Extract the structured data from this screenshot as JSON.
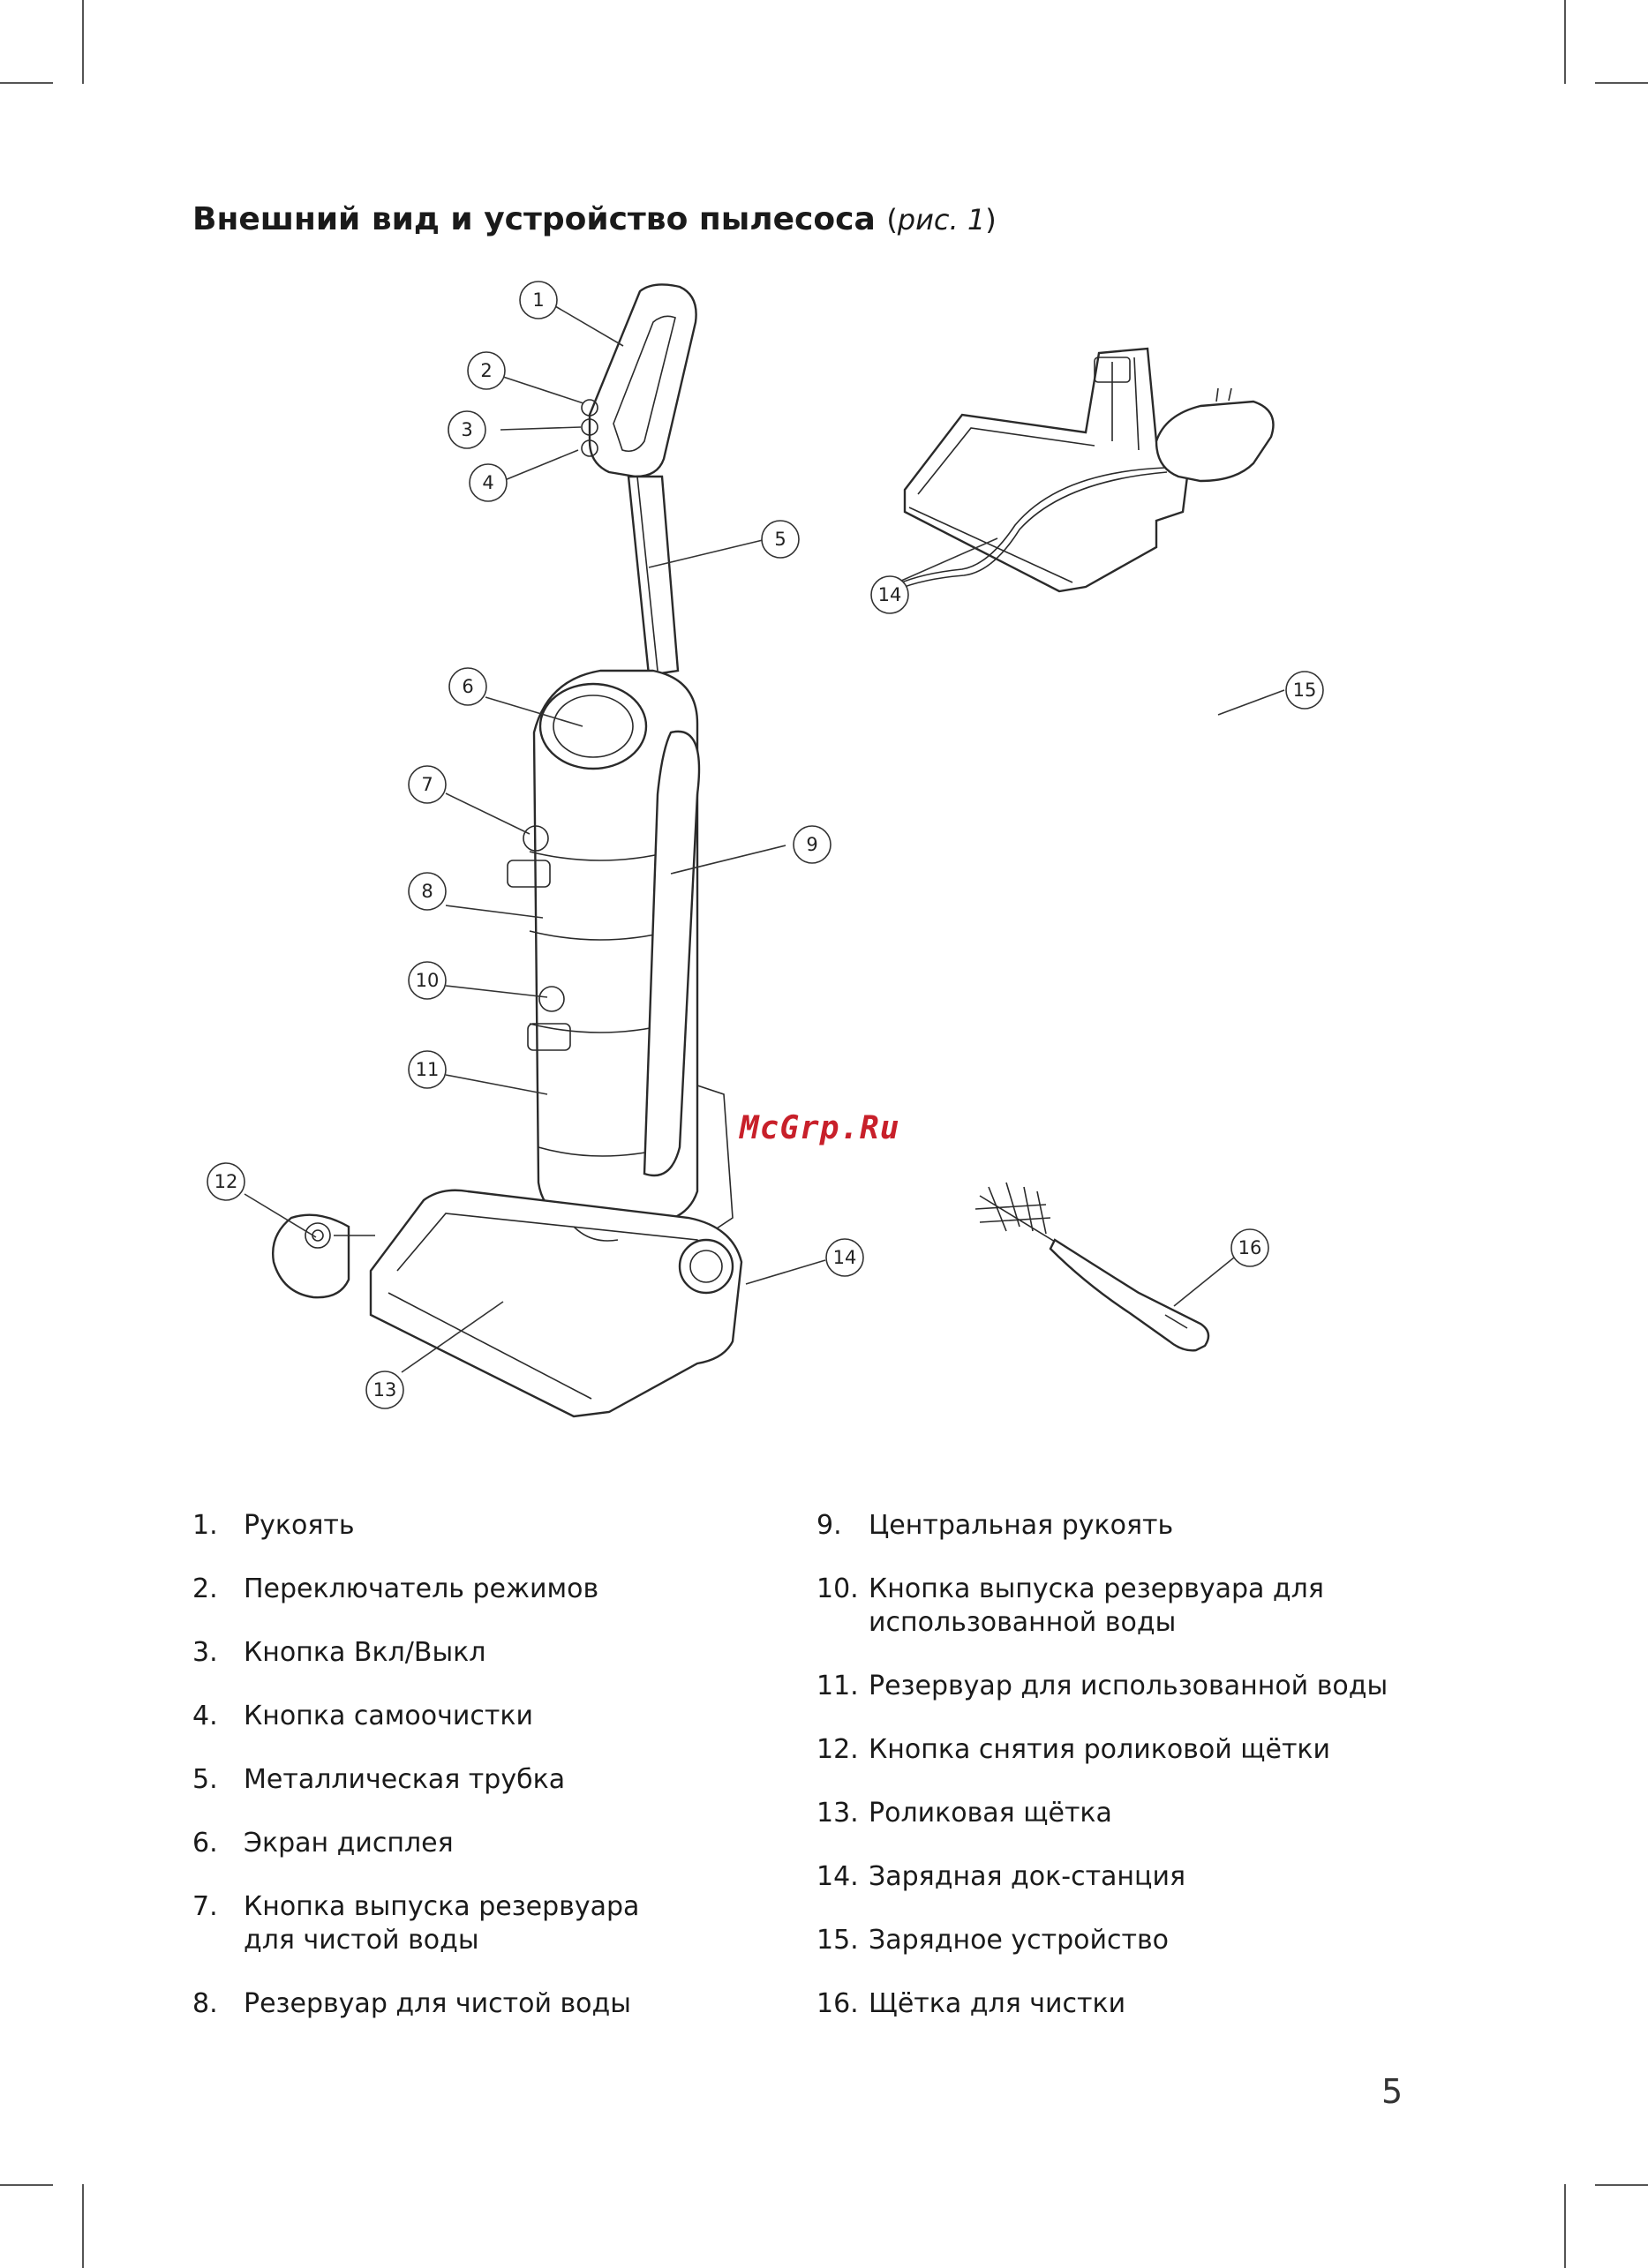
{
  "title": "Внешний вид и устройство пылесоса",
  "title_ref_open": "(",
  "title_ref_italic": "рис. 1",
  "title_ref_close": ")",
  "watermark": "McGrp.Ru",
  "callouts": [
    "1",
    "2",
    "3",
    "4",
    "5",
    "6",
    "7",
    "8",
    "9",
    "10",
    "11",
    "12",
    "13",
    "14",
    "14",
    "15",
    "16"
  ],
  "parts_left": [
    {
      "num": "1.",
      "label": "Рукоять"
    },
    {
      "num": "2.",
      "label": "Переключатель режимов"
    },
    {
      "num": "3.",
      "label": "Кнопка Вкл/Выкл"
    },
    {
      "num": "4.",
      "label": "Кнопка самоочистки"
    },
    {
      "num": "5.",
      "label": "Металлическая трубка"
    },
    {
      "num": "6.",
      "label": "Экран дисплея"
    },
    {
      "num": "7.",
      "label": "Кнопка выпуска резервуара для чистой воды"
    },
    {
      "num": "8.",
      "label": "Резервуар для чистой воды"
    }
  ],
  "parts_right": [
    {
      "num": "9.",
      "label": "Центральная рукоять"
    },
    {
      "num": "10.",
      "label": "Кнопка выпуска резервуара для использованной воды"
    },
    {
      "num": "11.",
      "label": "Резервуар для использованной воды"
    },
    {
      "num": "12.",
      "label": "Кнопка снятия роликовой щётки"
    },
    {
      "num": "13.",
      "label": "Роликовая щётка"
    },
    {
      "num": "14.",
      "label": "Зарядная док-станция"
    },
    {
      "num": "15.",
      "label": "Зарядное устройство"
    },
    {
      "num": "16.",
      "label": "Щётка для чистки"
    }
  ],
  "page_number": "5"
}
